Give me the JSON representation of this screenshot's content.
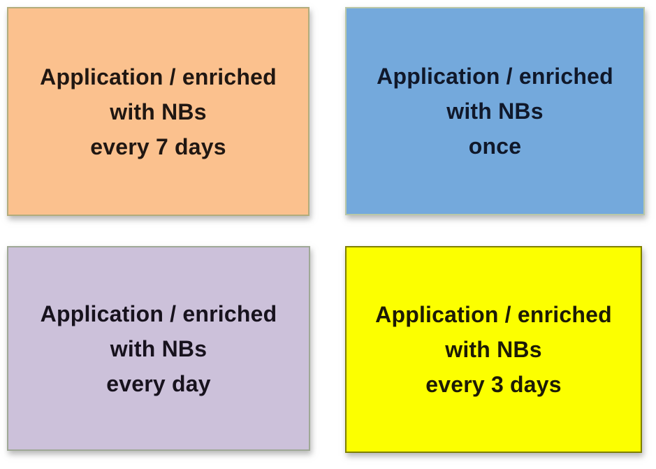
{
  "diagram": {
    "background_color": "#FFFFFF",
    "text_color": "#1B1B1B",
    "boxes": [
      {
        "id": "every-7-days",
        "line1": "Application / enriched",
        "line2": "with NBs",
        "line3": "every 7 days",
        "fill": "#FBC18E",
        "border": "#B2AC7C",
        "text_color": "#201712"
      },
      {
        "id": "once",
        "line1": "Application / enriched",
        "line2": "with NBs",
        "line3": "once",
        "fill": "#74A9DC",
        "border": "#B9C7A8",
        "text_color": "#10182A"
      },
      {
        "id": "every-day",
        "line1": "Application / enriched",
        "line2": "with NBs",
        "line3": "every day",
        "fill": "#CCC1DA",
        "border": "#9FA896",
        "text_color": "#17121D"
      },
      {
        "id": "every-3-days",
        "line1": "Application / enriched",
        "line2": "with NBs",
        "line3": "every 3 days",
        "fill": "#FCFF00",
        "border": "#7F7F00",
        "text_color": "#1C1A06"
      }
    ]
  }
}
